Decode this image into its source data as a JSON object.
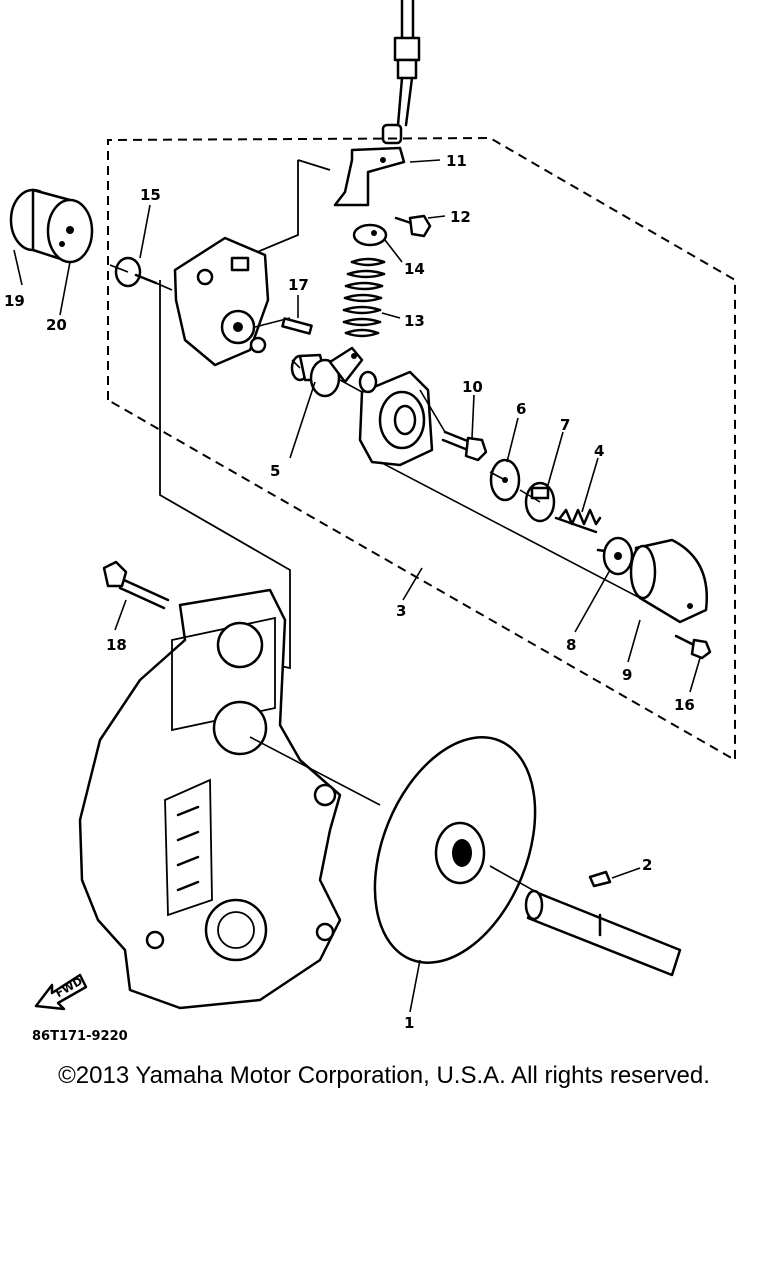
{
  "diagram": {
    "callouts": [
      {
        "id": "c1",
        "label": "1"
      },
      {
        "id": "c2",
        "label": "2"
      },
      {
        "id": "c3",
        "label": "3"
      },
      {
        "id": "c4",
        "label": "4"
      },
      {
        "id": "c5",
        "label": "5"
      },
      {
        "id": "c6",
        "label": "6"
      },
      {
        "id": "c7",
        "label": "7"
      },
      {
        "id": "c8",
        "label": "8"
      },
      {
        "id": "c9",
        "label": "9"
      },
      {
        "id": "c10",
        "label": "10"
      },
      {
        "id": "c11",
        "label": "11"
      },
      {
        "id": "c12",
        "label": "12"
      },
      {
        "id": "c13",
        "label": "13"
      },
      {
        "id": "c14",
        "label": "14"
      },
      {
        "id": "c15",
        "label": "15"
      },
      {
        "id": "c16",
        "label": "16"
      },
      {
        "id": "c17",
        "label": "17"
      },
      {
        "id": "c18",
        "label": "18"
      },
      {
        "id": "c19",
        "label": "19"
      },
      {
        "id": "c20",
        "label": "20"
      }
    ],
    "fwd_label": "FWD",
    "drawing_code": "86T171-9220"
  },
  "footer": {
    "copyright": "©2013 Yamaha Motor Corporation, U.S.A. All rights reserved."
  }
}
